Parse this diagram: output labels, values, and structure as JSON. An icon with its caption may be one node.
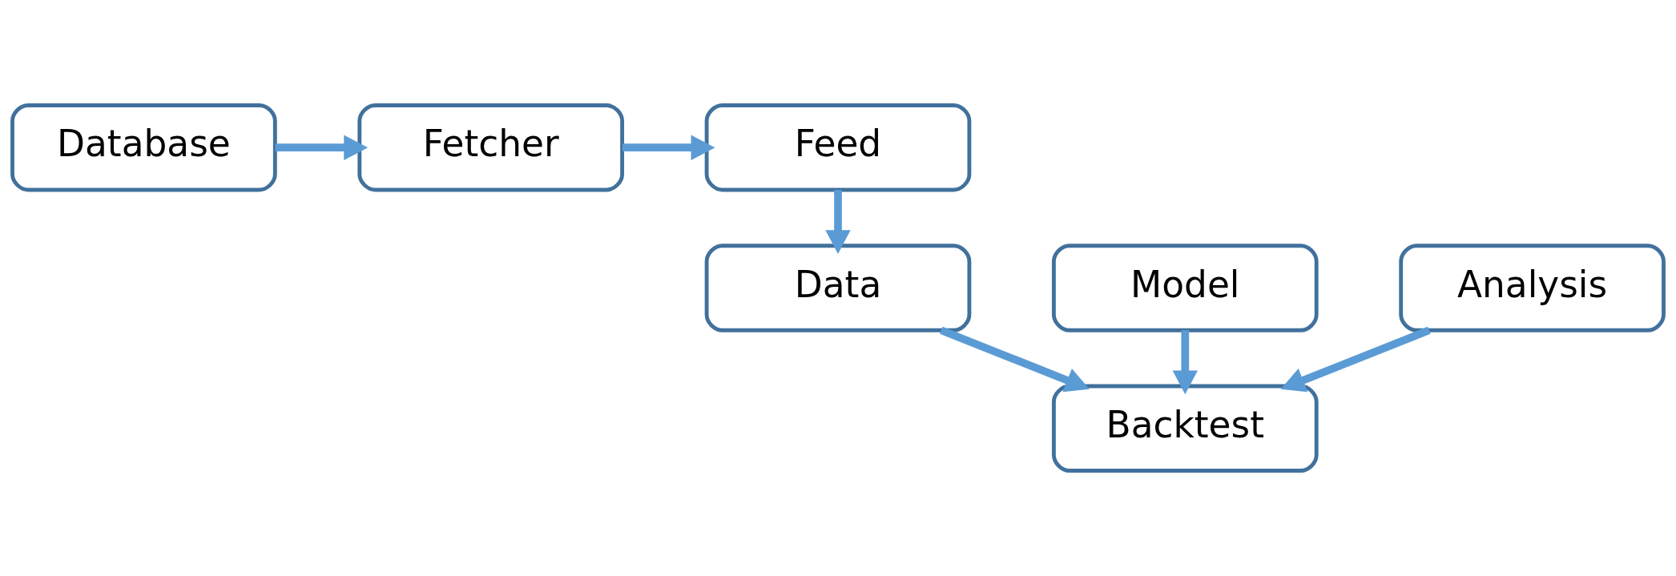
{
  "diagram": {
    "nodes": [
      {
        "text": [
          "Database"
        ]
      },
      {
        "text": [
          "Fetcher"
        ]
      },
      {
        "text": [
          "Feed"
        ]
      },
      {
        "text": [
          "Model"
        ]
      },
      {
        "text": [
          "Data"
        ]
      },
      {
        "text": [
          "Analysis"
        ]
      },
      {
        "text": [
          "Backtest"
        ]
      }
    ],
    "edges": [
      {
        "from": 0,
        "to": 1,
        "arrow": "to"
      },
      {
        "from": 1,
        "to": 2,
        "arrow": "to"
      },
      {
        "from": 2,
        "to": 4,
        "arrow": "to"
      },
      {
        "from": 3,
        "to": 6,
        "arrow": "to"
      },
      {
        "from": 4,
        "to": 6,
        "arrow": "to"
      },
      {
        "from": 5,
        "to": 6,
        "arrow": "to"
      }
    ]
  }
}
